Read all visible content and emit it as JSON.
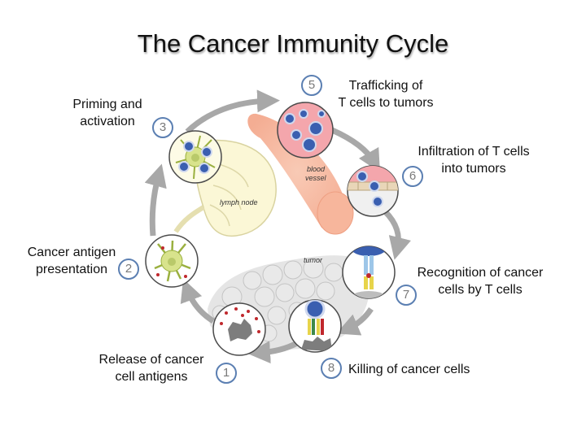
{
  "title": "The Cancer Immunity Cycle",
  "steps": [
    {
      "number": "1",
      "lines": [
        "Release of cancer",
        "cell antigens"
      ]
    },
    {
      "number": "2",
      "lines": [
        "Cancer antigen",
        "presentation"
      ]
    },
    {
      "number": "3",
      "lines": [
        "Priming and",
        "activation"
      ]
    },
    {
      "number": "5",
      "lines": [
        "Trafficking of",
        "T cells to tumors"
      ]
    },
    {
      "number": "6",
      "lines": [
        "Infiltration of T cells",
        "into tumors"
      ]
    },
    {
      "number": "7",
      "lines": [
        "Recognition of cancer",
        "cells by T cells"
      ]
    },
    {
      "number": "8",
      "lines": [
        "Killing of cancer cells"
      ]
    }
  ],
  "tissue_labels": {
    "lymph_node": "lymph node",
    "blood_vessel": [
      "blood",
      "vessel"
    ],
    "tumor": "tumor"
  },
  "colors": {
    "cycle_arrow": "#a8a8a8",
    "badge_border": "#5b7fb2",
    "t_cell": "#3a5fb0",
    "lymph_node": "#fbf7d6",
    "blood_vessel": "#f6b39a",
    "tumor_tissue": "#d7d7d7",
    "dendritic_cell": "#d8e38c",
    "antigen_dot": "#c0282d"
  }
}
